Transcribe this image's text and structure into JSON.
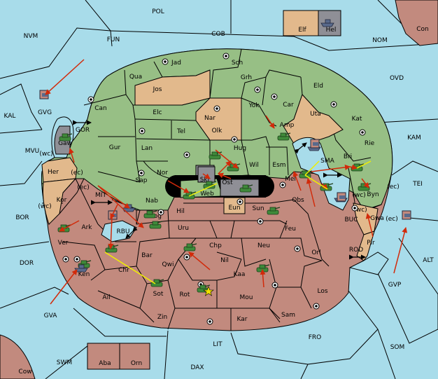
{
  "sea_labels": [
    "POL",
    "NVM",
    "FUN",
    "COB",
    "NOM",
    "Con",
    "KAL",
    "OVD",
    "KAM",
    "MVU",
    "TEI",
    "BOR",
    "ALT",
    "DOR",
    "GVP",
    "GVA",
    "FRO",
    "SOM",
    "LIT",
    "SWM",
    "DAX",
    "Cow",
    "Elf",
    "Hel",
    "GVG",
    "GOR",
    "MIT",
    "RBU",
    "SMA",
    "BUC",
    "ROD",
    "(wc)",
    "(ec)",
    "(ec)",
    "(wc)",
    "(wc)",
    "(ec)",
    "(wc)",
    "(ec)"
  ],
  "green_labels": [
    "Jad",
    "Sch",
    "Qua",
    "Grh",
    "Can",
    "Eld",
    "Car",
    "Yok",
    "Kat",
    "Elc",
    "Tel",
    "Nar",
    "Olk",
    "Amp",
    "Gur",
    "Lan",
    "Hug",
    "Rie",
    "Wil",
    "Esm",
    "Nor",
    "Bri",
    "Sap",
    "Skr",
    "Ost",
    "Nab",
    "Web",
    "Byn",
    "Ark",
    "Ver",
    "Gaw"
  ],
  "tan_labels": [
    "Jos",
    "Uta",
    "Her",
    "Kor",
    "Eun",
    "Gwa",
    "Pir"
  ],
  "red_labels": [
    "Mel",
    "Obs",
    "Hil",
    "Nog",
    "Sun",
    "Uru",
    "Feu",
    "Chp",
    "Neu",
    "Orl",
    "Bar",
    "Qwi",
    "Nil",
    "Ken",
    "Chr",
    "Kaa",
    "Los",
    "Ail",
    "Sot",
    "Rot",
    "Mou",
    "Zin",
    "Kar",
    "Sam",
    "Aba",
    "Orn"
  ],
  "colors": {
    "sea": "#a8dcea",
    "neutral": "#97bf85",
    "tan": "#e2b98c",
    "owned": "#c28a7e",
    "impassable": "#8f8f96",
    "order_arrow": "#d22a0a",
    "support_line": "#f0f000",
    "unit": "#3f8a3a"
  },
  "icons": [
    "tank-icon",
    "ship-icon",
    "supply-center-icon",
    "swap-arrow-icon",
    "star-icon"
  ]
}
